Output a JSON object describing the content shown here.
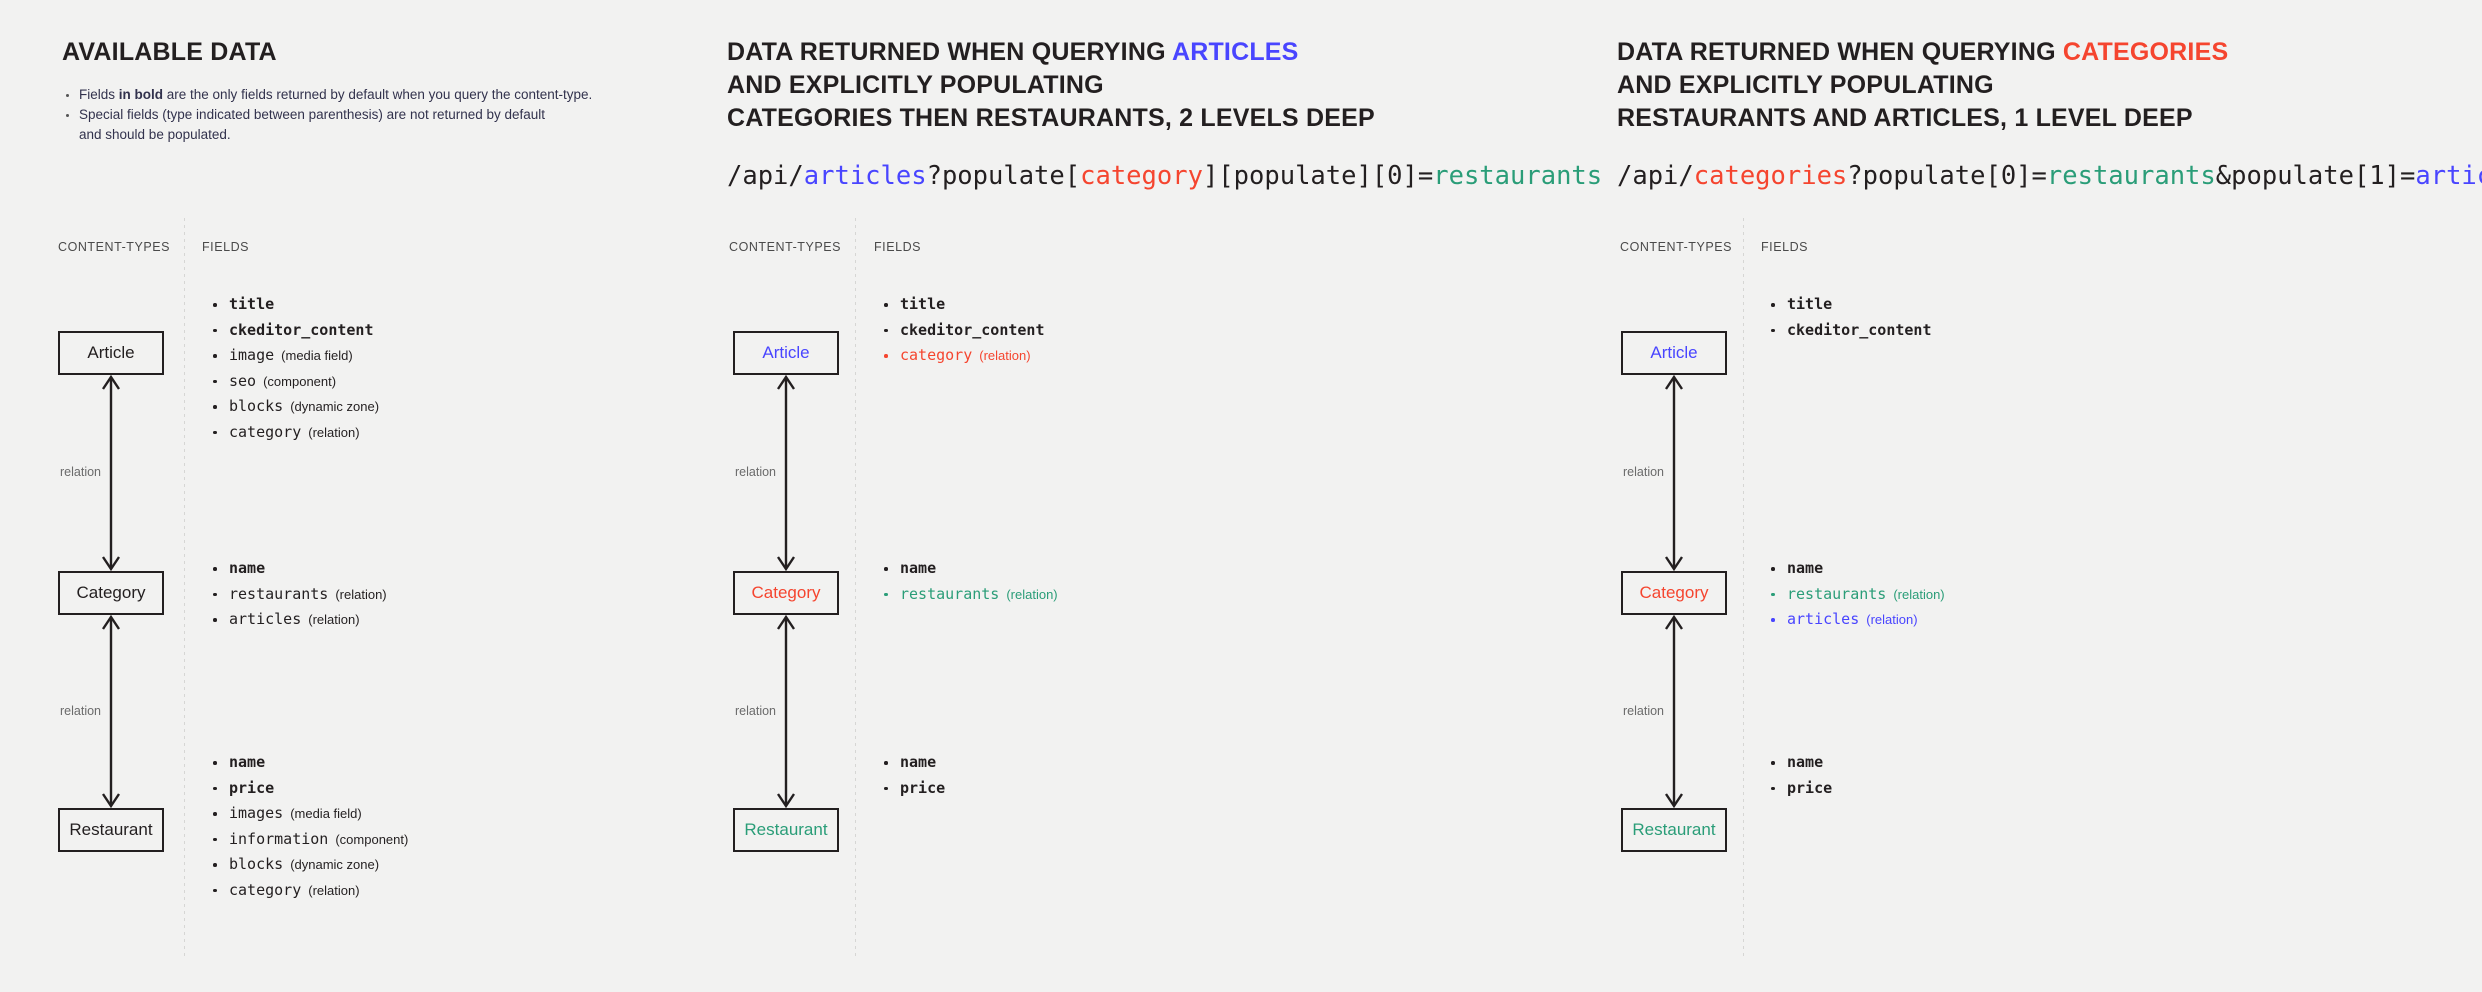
{
  "colors": {
    "background": "#f2f2f1",
    "text": "#231f20",
    "blue": "#4945ff",
    "red": "#f5452f",
    "green": "#2a9d78",
    "muted": "#6b6b6b"
  },
  "panels": [
    {
      "id": "available-data",
      "title_lines": [
        {
          "text": "AVAILABLE DATA",
          "accent": null
        }
      ],
      "bullets": [
        {
          "pre": "Fields ",
          "bold": "in bold",
          "post": " are the only fields returned by default when you query the content-type."
        },
        {
          "pre": "Special fields (type indicated between parenthesis) are not returned by default",
          "bold": "",
          "post": ""
        },
        {
          "pre": "and should be populated.",
          "bold": "",
          "post": "",
          "continuation": true
        }
      ],
      "url": null,
      "captions": {
        "content_types": "CONTENT-TYPES",
        "fields": "FIELDS"
      },
      "nodes": [
        {
          "label": "Article",
          "color": "default"
        },
        {
          "label": "Category",
          "color": "default"
        },
        {
          "label": "Restaurant",
          "color": "default"
        }
      ],
      "relations": [
        {
          "label": "relation"
        },
        {
          "label": "relation"
        }
      ],
      "field_groups": [
        [
          {
            "name": "title",
            "type": "",
            "bold": true,
            "color": "default"
          },
          {
            "name": "ckeditor_content",
            "type": "",
            "bold": true,
            "color": "default"
          },
          {
            "name": "image",
            "type": "(media field)",
            "bold": false,
            "color": "default"
          },
          {
            "name": "seo",
            "type": "(component)",
            "bold": false,
            "color": "default"
          },
          {
            "name": "blocks",
            "type": "(dynamic zone)",
            "bold": false,
            "color": "default"
          },
          {
            "name": "category",
            "type": "(relation)",
            "bold": false,
            "color": "default"
          }
        ],
        [
          {
            "name": "name",
            "type": "",
            "bold": true,
            "color": "default"
          },
          {
            "name": "restaurants",
            "type": "(relation)",
            "bold": false,
            "color": "default"
          },
          {
            "name": "articles",
            "type": "(relation)",
            "bold": false,
            "color": "default"
          }
        ],
        [
          {
            "name": "name",
            "type": "",
            "bold": true,
            "color": "default"
          },
          {
            "name": "price",
            "type": "",
            "bold": true,
            "color": "default"
          },
          {
            "name": "images",
            "type": "(media field)",
            "bold": false,
            "color": "default"
          },
          {
            "name": "information",
            "type": "(component)",
            "bold": false,
            "color": "default"
          },
          {
            "name": "blocks",
            "type": "(dynamic zone)",
            "bold": false,
            "color": "default"
          },
          {
            "name": "category",
            "type": "(relation)",
            "bold": false,
            "color": "default"
          }
        ]
      ]
    },
    {
      "id": "query-articles",
      "title_lines": [
        {
          "text": "DATA RETURNED WHEN QUERYING ",
          "accent_text": "ARTICLES",
          "accent": "blue"
        },
        {
          "text": "AND EXPLICITLY POPULATING",
          "accent": null
        },
        {
          "text": "CATEGORIES THEN RESTAURANTS, 2 LEVELS DEEP",
          "accent": null
        }
      ],
      "bullets": [],
      "url": [
        {
          "t": "/api/",
          "c": "default"
        },
        {
          "t": "articles",
          "c": "blue"
        },
        {
          "t": "?populate[",
          "c": "default"
        },
        {
          "t": "category",
          "c": "red"
        },
        {
          "t": "][populate][0]=",
          "c": "default"
        },
        {
          "t": "restaurants",
          "c": "green"
        }
      ],
      "captions": {
        "content_types": "CONTENT-TYPES",
        "fields": "FIELDS"
      },
      "nodes": [
        {
          "label": "Article",
          "color": "blue"
        },
        {
          "label": "Category",
          "color": "red"
        },
        {
          "label": "Restaurant",
          "color": "green"
        }
      ],
      "relations": [
        {
          "label": "relation"
        },
        {
          "label": "relation"
        }
      ],
      "field_groups": [
        [
          {
            "name": "title",
            "type": "",
            "bold": true,
            "color": "default"
          },
          {
            "name": "ckeditor_content",
            "type": "",
            "bold": true,
            "color": "default"
          },
          {
            "name": "category",
            "type": "(relation)",
            "bold": false,
            "color": "red"
          }
        ],
        [
          {
            "name": "name",
            "type": "",
            "bold": true,
            "color": "default"
          },
          {
            "name": "restaurants",
            "type": "(relation)",
            "bold": false,
            "color": "green"
          }
        ],
        [
          {
            "name": "name",
            "type": "",
            "bold": true,
            "color": "default"
          },
          {
            "name": "price",
            "type": "",
            "bold": true,
            "color": "default"
          }
        ]
      ]
    },
    {
      "id": "query-categories",
      "title_lines": [
        {
          "text": "DATA RETURNED WHEN QUERYING ",
          "accent_text": "CATEGORIES",
          "accent": "red"
        },
        {
          "text": "AND EXPLICITLY POPULATING",
          "accent": null
        },
        {
          "text": "RESTAURANTS AND ARTICLES, 1 LEVEL DEEP",
          "accent": null
        }
      ],
      "bullets": [],
      "url": [
        {
          "t": "/api/",
          "c": "default"
        },
        {
          "t": "categories",
          "c": "red"
        },
        {
          "t": "?populate[0]=",
          "c": "default"
        },
        {
          "t": "restaurants",
          "c": "green"
        },
        {
          "t": "&populate[1]=",
          "c": "default"
        },
        {
          "t": "articles",
          "c": "blue"
        }
      ],
      "captions": {
        "content_types": "CONTENT-TYPES",
        "fields": "FIELDS"
      },
      "nodes": [
        {
          "label": "Article",
          "color": "blue"
        },
        {
          "label": "Category",
          "color": "red"
        },
        {
          "label": "Restaurant",
          "color": "green"
        }
      ],
      "relations": [
        {
          "label": "relation"
        },
        {
          "label": "relation"
        }
      ],
      "field_groups": [
        [
          {
            "name": "title",
            "type": "",
            "bold": true,
            "color": "default"
          },
          {
            "name": "ckeditor_content",
            "type": "",
            "bold": true,
            "color": "default"
          }
        ],
        [
          {
            "name": "name",
            "type": "",
            "bold": true,
            "color": "default"
          },
          {
            "name": "restaurants",
            "type": "(relation)",
            "bold": false,
            "color": "green"
          },
          {
            "name": "articles",
            "type": "(relation)",
            "bold": false,
            "color": "blue"
          }
        ],
        [
          {
            "name": "name",
            "type": "",
            "bold": true,
            "color": "default"
          },
          {
            "name": "price",
            "type": "",
            "bold": true,
            "color": "default"
          }
        ]
      ]
    }
  ]
}
